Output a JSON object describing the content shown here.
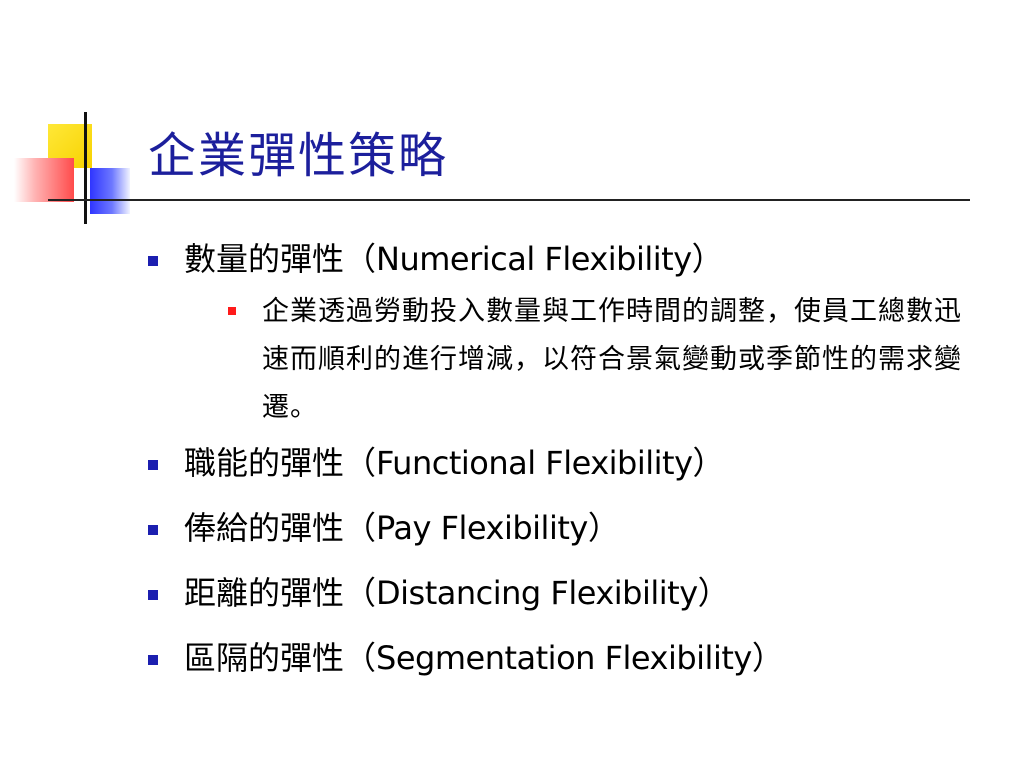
{
  "slide": {
    "title": "企業彈性策略",
    "items": [
      {
        "zh": "數量的彈性（",
        "en": "Numerical Flexibility",
        "close": "）",
        "sub": "企業透過勞動投入數量與工作時間的調整，使員工總數迅速而順利的進行增減，以符合景氣變動或季節性的需求變遷。"
      },
      {
        "zh": "職能的彈性（",
        "en": "Functional Flexibility",
        "close": "）"
      },
      {
        "zh": "俸給的彈性（",
        "en": "Pay Flexibility",
        "close": "）"
      },
      {
        "zh": "距離的彈性（",
        "en": "Distancing Flexibility",
        "close": "）"
      },
      {
        "zh": "區隔的彈性（",
        "en": "Segmentation Flexibility",
        "close": "）"
      }
    ]
  },
  "colors": {
    "title": "#1c1f9c",
    "bullet_level1": "#1c1fb0",
    "bullet_level2": "#ff1a1a",
    "deco_yellow": "#f7d200",
    "deco_red": "#ff4b4b",
    "deco_blue": "#2f35ff"
  }
}
